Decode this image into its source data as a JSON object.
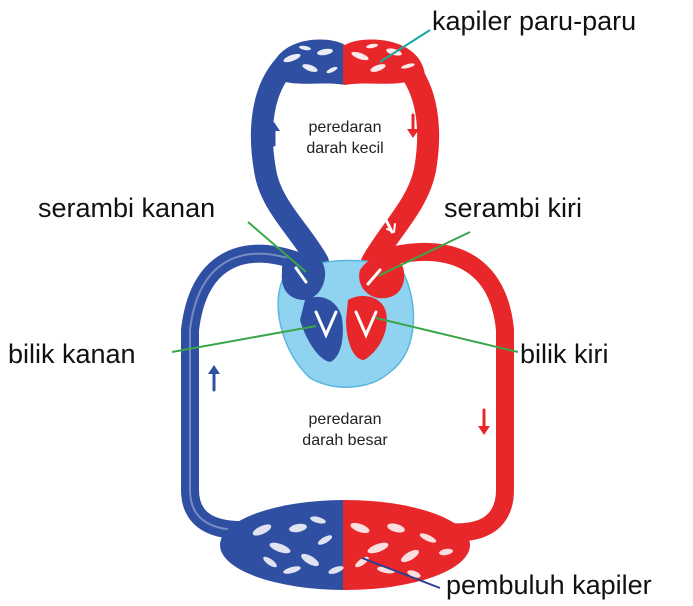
{
  "colors": {
    "deoxygenated": "#2f4fa3",
    "oxygenated": "#e8272b",
    "heart_light": "#8fd3f0",
    "label_line_green": "#3aa64a",
    "label_line_teal": "#1aa6a6",
    "label_line_blue": "#2b3f8f"
  },
  "labels": {
    "lung_capillaries": "kapiler paru-paru",
    "right_atrium": "serambi kanan",
    "left_atrium": "serambi kiri",
    "right_ventricle": "bilik kanan",
    "left_ventricle": "bilik kiri",
    "capillaries": "pembuluh kapiler",
    "pulmonary_circulation": [
      "peredaran",
      "darah kecil"
    ],
    "systemic_circulation": [
      "peredaran",
      "darah besar"
    ]
  },
  "icons": [
    "arrow-up-icon",
    "arrow-down-icon"
  ]
}
